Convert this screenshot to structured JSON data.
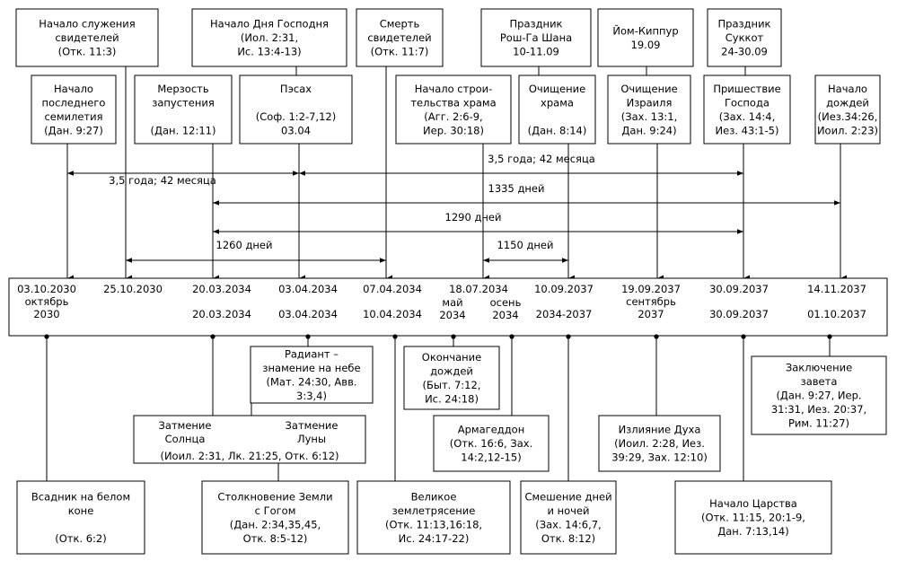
{
  "top_boxes": [
    {
      "id": "t1",
      "lines": [
        "Начало служения",
        "свидетелей",
        "(Отк. 11:3)"
      ]
    },
    {
      "id": "t2",
      "lines": [
        "Начало Дня Господня",
        "(Иол. 2:31,",
        "Ис. 13:4-13)"
      ]
    },
    {
      "id": "t3",
      "lines": [
        "Смерть",
        "свидетелей",
        "(Отк. 11:7)"
      ]
    },
    {
      "id": "t4",
      "lines": [
        "Праздник",
        "Рош-Га Шана",
        "10-11.09"
      ]
    },
    {
      "id": "t5",
      "lines": [
        "Йом-Киппур",
        "19.09"
      ]
    },
    {
      "id": "t6",
      "lines": [
        "Праздник",
        "Суккот",
        "24-30.09"
      ]
    }
  ],
  "mid_boxes": [
    {
      "id": "m1",
      "lines": [
        "Начало",
        "последнего",
        "семилетия",
        "(Дан. 9:27)"
      ]
    },
    {
      "id": "m2",
      "lines": [
        "Мерзость",
        "запустения",
        "",
        "(Дан. 12:11)"
      ]
    },
    {
      "id": "m3",
      "lines": [
        "Пэсах",
        "",
        "(Соф. 1:2-7,12)",
        "03.04"
      ]
    },
    {
      "id": "m4",
      "lines": [
        "Начало строи-",
        "тельства храма",
        "(Агг. 2:6-9,",
        "Иер. 30:18)"
      ]
    },
    {
      "id": "m5",
      "lines": [
        "Очищение",
        "храма",
        "",
        "(Дан. 8:14)"
      ]
    },
    {
      "id": "m6",
      "lines": [
        "Очищение",
        "Израиля",
        "(Зах. 13:1,",
        "Дан. 9:24)"
      ]
    },
    {
      "id": "m7",
      "lines": [
        "Пришествие",
        "Господа",
        "(Зах. 14:4,",
        "Иез. 43:1-5)"
      ]
    },
    {
      "id": "m8",
      "lines": [
        "Начало",
        "дождей",
        "(Иез.34:26,",
        "Иоил. 2:23)"
      ]
    }
  ],
  "spans": [
    {
      "id": "s1",
      "label": "3,5 года; 42 месяца"
    },
    {
      "id": "s2",
      "label": "3,5 года; 42 месяца"
    },
    {
      "id": "s3",
      "label": "1335 дней"
    },
    {
      "id": "s4",
      "label": "1290 дней"
    },
    {
      "id": "s5",
      "label": "1260 дней"
    },
    {
      "id": "s6",
      "label": "1150 дней"
    }
  ],
  "timeline": [
    {
      "id": "d1",
      "lines": [
        "03.10.2030",
        "октябрь",
        "2030"
      ]
    },
    {
      "id": "d2",
      "lines": [
        "25.10.2030"
      ]
    },
    {
      "id": "d3",
      "lines": [
        "20.03.2034",
        "",
        "20.03.2034"
      ]
    },
    {
      "id": "d4",
      "lines": [
        "03.04.2034",
        "",
        "03.04.2034"
      ]
    },
    {
      "id": "d5",
      "lines": [
        "07.04.2034",
        "",
        "10.04.2034"
      ]
    },
    {
      "id": "d6",
      "lines": [
        "18.07.2034"
      ]
    },
    {
      "id": "d6a",
      "lines": [
        "май",
        "2034"
      ]
    },
    {
      "id": "d6b",
      "lines": [
        "осень",
        "2034"
      ]
    },
    {
      "id": "d7",
      "lines": [
        "10.09.2037",
        "",
        "2034-2037"
      ]
    },
    {
      "id": "d8",
      "lines": [
        "19.09.2037",
        "сентябрь",
        "2037"
      ]
    },
    {
      "id": "d9",
      "lines": [
        "30.09.2037",
        "",
        "30.09.2037"
      ]
    },
    {
      "id": "d10",
      "lines": [
        "14.11.2037",
        "",
        "01.10.2037"
      ]
    }
  ],
  "lower_boxes": [
    {
      "id": "b1",
      "lines": [
        "Радиант –",
        "знамение на небе",
        "(Мат. 24:30, Авв.",
        "3:3,4)"
      ]
    },
    {
      "id": "b2",
      "lines": [
        "Окончание",
        "дождей",
        "(Быт. 7:12,",
        "Ис. 24:18)"
      ]
    },
    {
      "id": "b3",
      "lines": [
        "Заключение",
        "завета",
        "(Дан. 9:27, Иер.",
        "31:31, Иез. 20:37,",
        "Рим. 11:27)"
      ]
    },
    {
      "id": "b4a",
      "lines": [
        "Затмение",
        "Солнца"
      ]
    },
    {
      "id": "b4b",
      "lines": [
        "Затмение",
        "Луны"
      ]
    },
    {
      "id": "b4c",
      "lines": [
        "(Иоил. 2:31, Лк. 21:25, Отк. 6:12)"
      ]
    },
    {
      "id": "b5",
      "lines": [
        "Армагеддон",
        "(Отк. 16:6, Зах.",
        "14:2,12-15)"
      ]
    },
    {
      "id": "b6",
      "lines": [
        "Излияние Духа",
        "(Иоил. 2:28, Иез.",
        "39:29, Зах. 12:10)"
      ]
    }
  ],
  "bottom_boxes": [
    {
      "id": "c1",
      "lines": [
        "Всадник на белом",
        "коне",
        "",
        "(Отк. 6:2)"
      ]
    },
    {
      "id": "c2",
      "lines": [
        "Столкновение Земли",
        "с Гогом",
        "(Дан. 2:34,35,45,",
        "Отк. 8:5-12)"
      ]
    },
    {
      "id": "c3",
      "lines": [
        "Великое",
        "землетрясение",
        "(Отк. 11:13,16:18,",
        "Ис. 24:17-22)"
      ]
    },
    {
      "id": "c4",
      "lines": [
        "Смешение дней",
        "и ночей",
        "(Зах. 14:6,7,",
        "Отк. 8:12)"
      ]
    },
    {
      "id": "c5",
      "lines": [
        "Начало Царства",
        "(Отк. 11:15, 20:1-9,",
        "Дан. 7:13,14)"
      ]
    }
  ]
}
